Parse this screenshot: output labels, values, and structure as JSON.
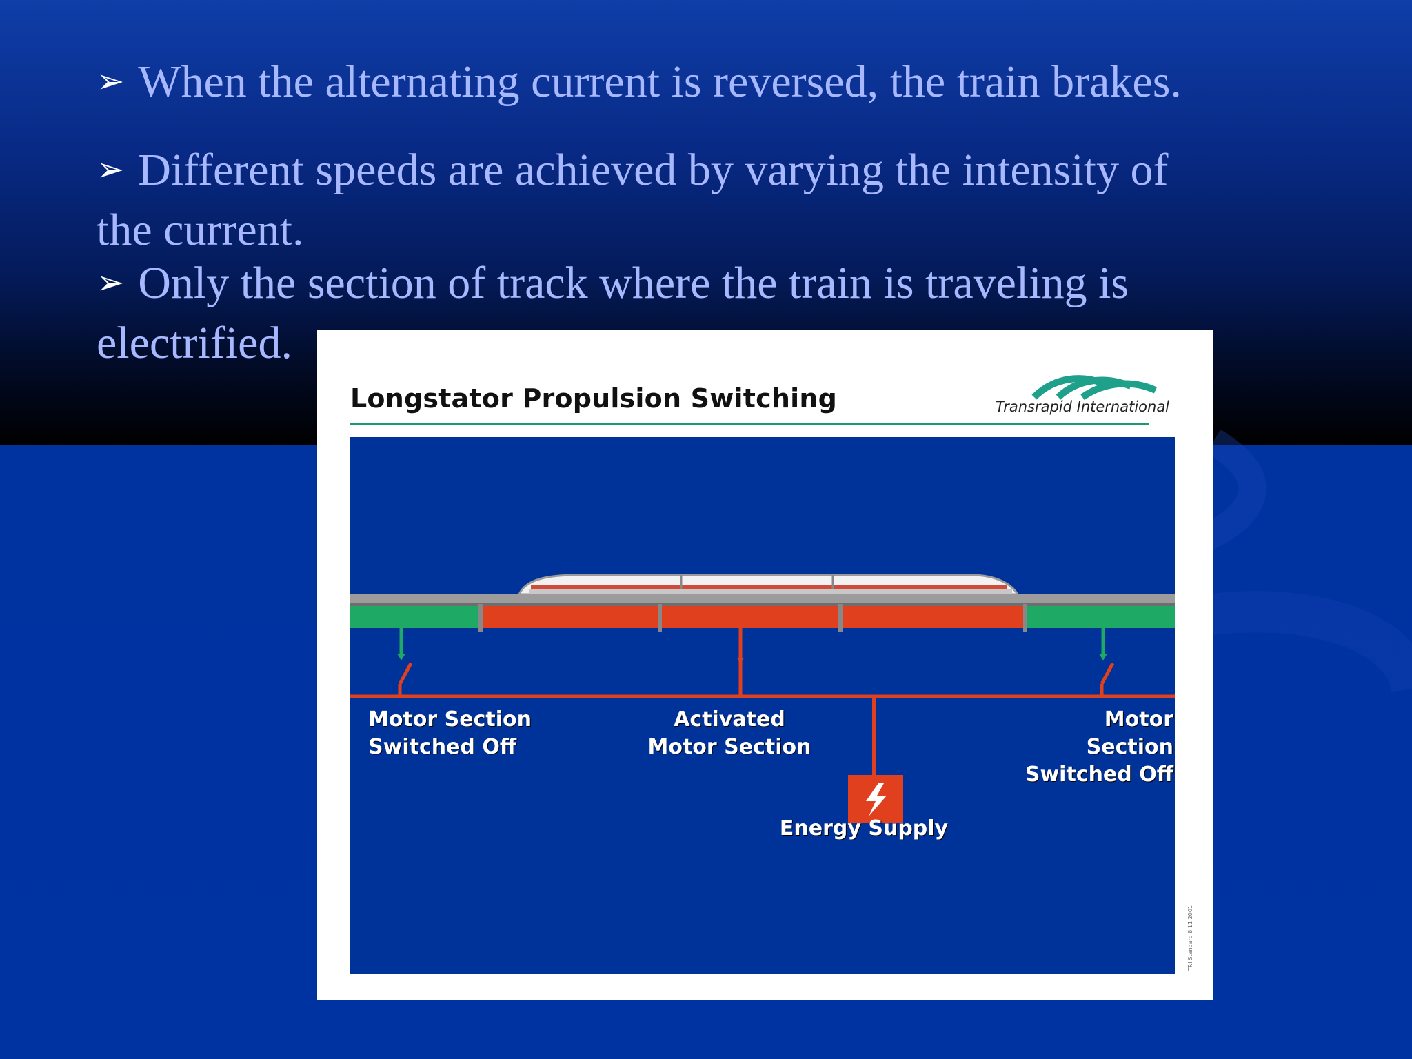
{
  "bullets": [
    {
      "icon": "arrow-bullet-icon",
      "text": "When the alternating current is reversed, the train brakes."
    },
    {
      "icon": "arrow-bullet-icon",
      "text": "Different speeds are achieved by varying the intensity of the current."
    },
    {
      "icon": "arrow-bullet-icon",
      "text": "Only the section of track where the train is traveling is electrified."
    }
  ],
  "figure": {
    "title": "Longstator Propulsion Switching",
    "logo_text": "Transrapid International",
    "labels": {
      "left_section": [
        "Motor Section",
        "Switched Off"
      ],
      "activated_section": [
        "Activated",
        "Motor Section"
      ],
      "right_section": [
        "Motor Section",
        "Switched Off"
      ],
      "energy_supply": "Energy Supply"
    },
    "stamp": "TRI Standard 8.11.2001"
  },
  "colors": {
    "background": "#0033a2",
    "bullet_text": "#a8b8ff",
    "panel_blue": "#003399",
    "active_red": "#e0401e",
    "inactive_green": "#1ea964",
    "rule_green": "#1e9a72"
  }
}
